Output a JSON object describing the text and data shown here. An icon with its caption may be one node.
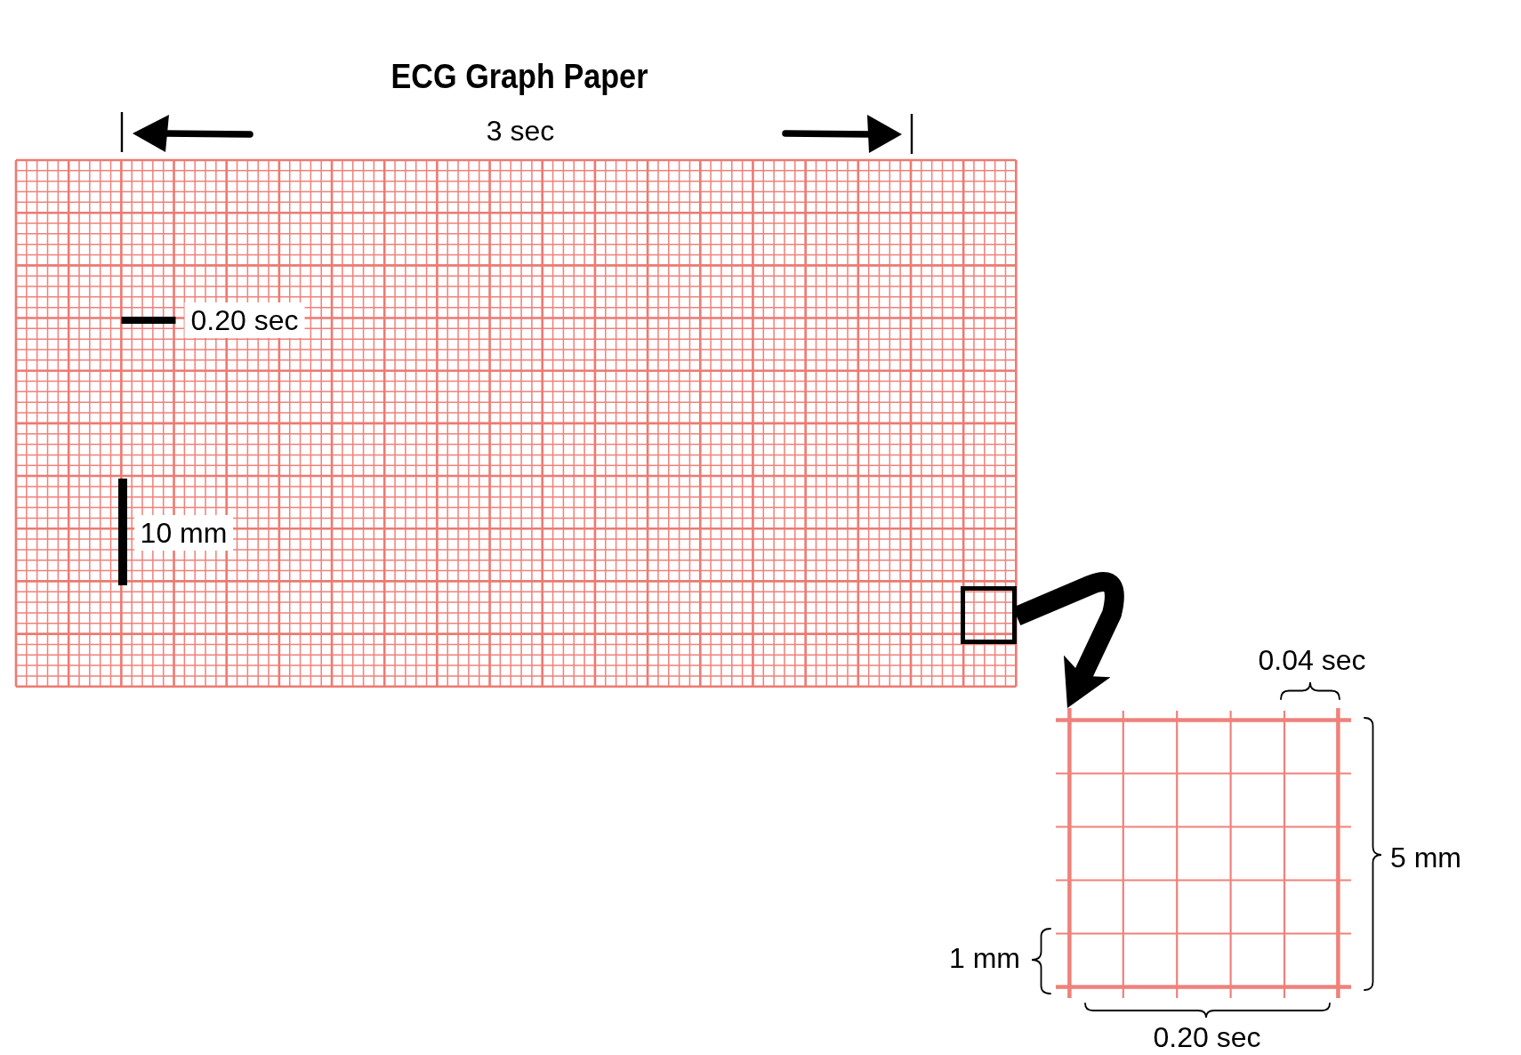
{
  "diagram": {
    "title": "ECG Graph Paper",
    "nodes": [
      {
        "text": [],
        "shape": "box"
      },
      {
        "text": [],
        "shape": "picture"
      }
    ],
    "edges": [
      {
        "from": 0,
        "to": 1,
        "arrow": "to"
      }
    ],
    "labels": [
      "3 sec",
      "0.20 sec",
      "10 mm",
      "0.04 sec",
      "5 mm",
      "1 mm",
      "0.20 sec"
    ]
  }
}
